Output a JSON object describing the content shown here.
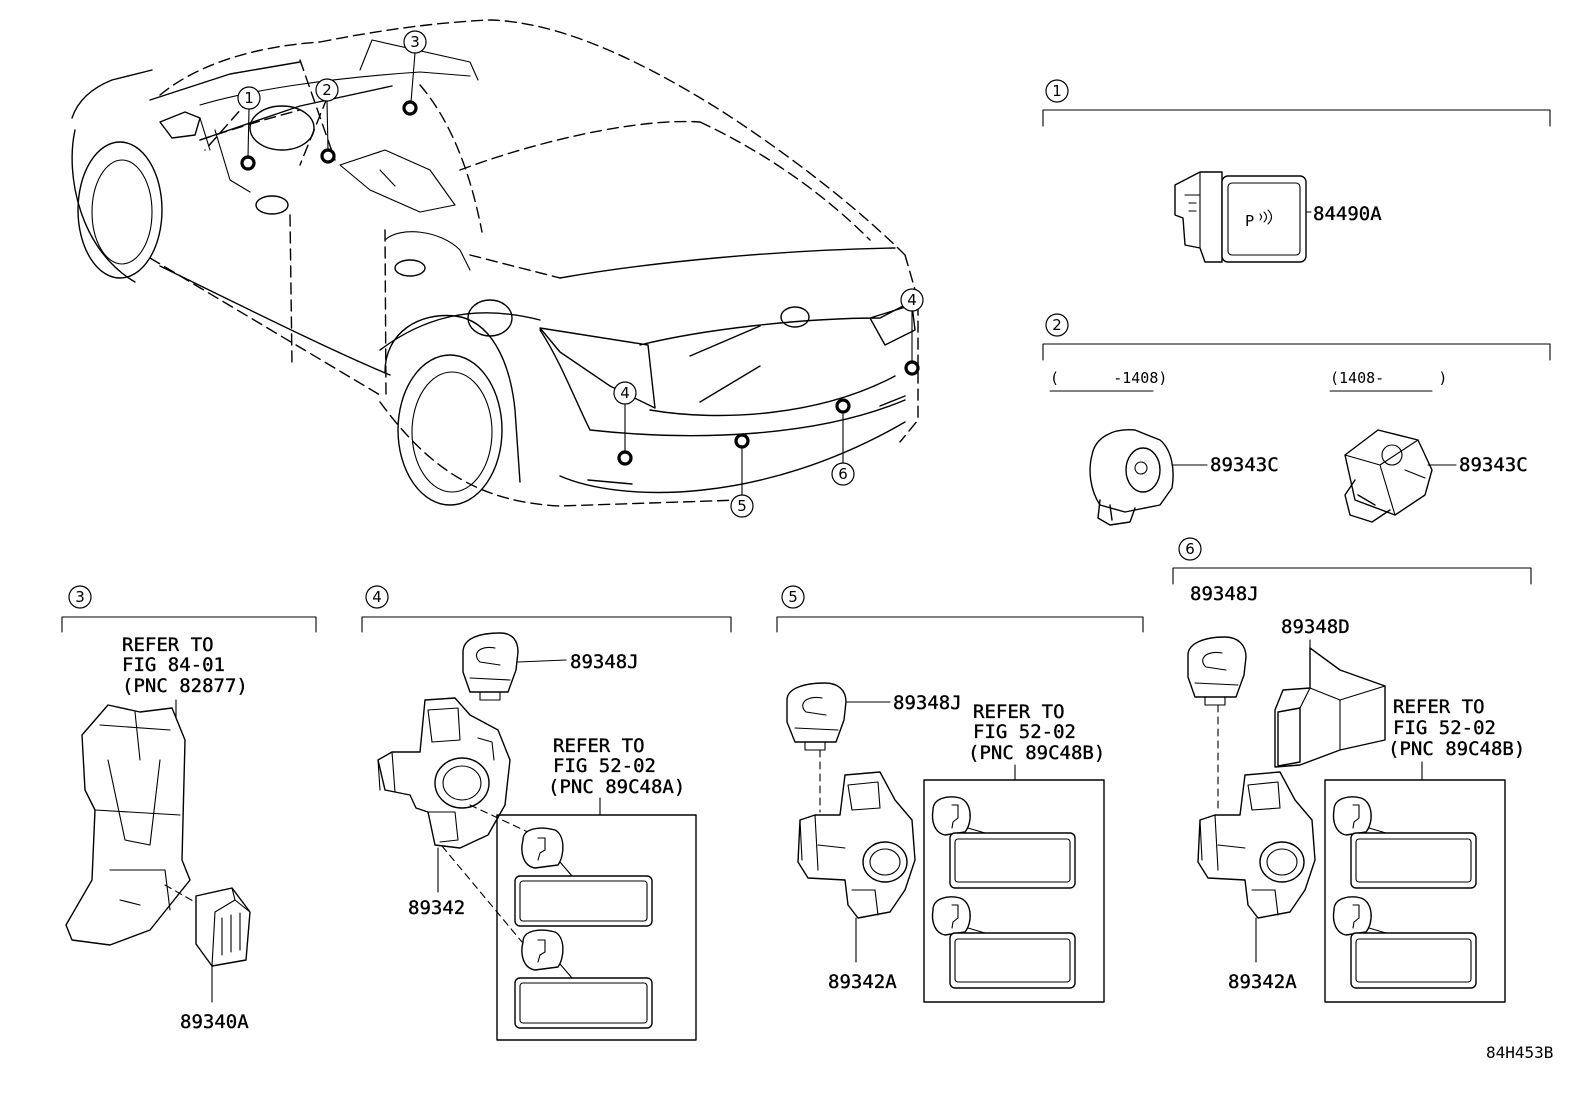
{
  "car_callouts": [
    "1",
    "2",
    "3",
    "4",
    "4",
    "5",
    "6"
  ],
  "section_1": {
    "number": "1",
    "switch_symbol": "P",
    "switch_part": "84490A"
  },
  "section_2": {
    "number": "2",
    "range_before": "(      -1408)",
    "range_after": "(1408-      )",
    "sensor_part_before": "89343C",
    "sensor_part_after": "89343C"
  },
  "section_3": {
    "number": "3",
    "refer_line_1": "REFER TO",
    "refer_line_2": "FIG 84-01",
    "refer_line_3": "(PNC 82877)",
    "ecu_part": "89340A"
  },
  "section_4": {
    "number": "4",
    "cap_part": "89348J",
    "holder_part": "89342",
    "refer_line_1": "REFER TO",
    "refer_line_2": "FIG 52-02",
    "refer_line_3": "(PNC 89C48A)"
  },
  "section_5": {
    "number": "5",
    "cap_part": "89348J",
    "holder_part": "89342A",
    "refer_line_1": "REFER TO",
    "refer_line_2": "FIG 52-02",
    "refer_line_3": "(PNC 89C48B)"
  },
  "section_6": {
    "number": "6",
    "cap_part": "89348J",
    "bracket_part": "89348D",
    "holder_part": "89342A",
    "refer_line_1": "REFER TO",
    "refer_line_2": "FIG 52-02",
    "refer_line_3": "(PNC 89C48B)"
  },
  "illustration_code": "84H453B"
}
